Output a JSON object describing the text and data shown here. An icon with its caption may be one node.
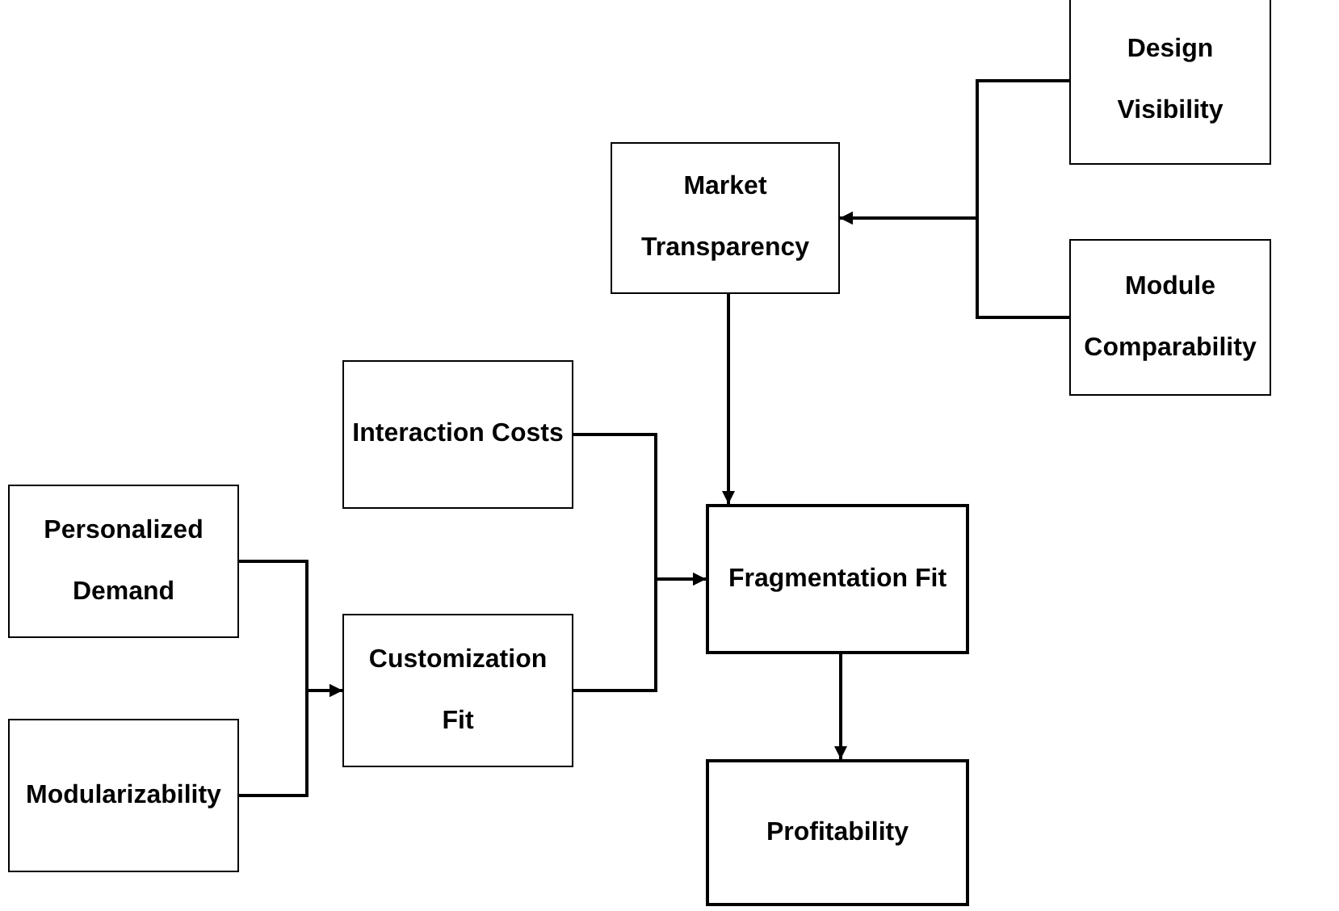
{
  "diagram": {
    "nodes": [
      {
        "text": [
          "Design Visibility"
        ]
      },
      {
        "text": [
          "Market Transparency"
        ]
      },
      {
        "text": [
          "Module Comparability"
        ]
      },
      {
        "text": [
          "Interaction Costs"
        ]
      },
      {
        "text": [
          "Personalized Demand"
        ]
      },
      {
        "text": [
          "Fragmentation Fit"
        ]
      },
      {
        "text": [
          "Customization Fit"
        ]
      },
      {
        "text": [
          "Modularizability"
        ]
      },
      {
        "text": [
          "Profitability"
        ]
      }
    ],
    "edges": [
      {
        "from": 0,
        "to": 1,
        "arrow": "to"
      },
      {
        "from": 2,
        "to": 1,
        "arrow": "to"
      },
      {
        "from": 1,
        "to": 5,
        "arrow": "to"
      },
      {
        "from": 3,
        "to": 5,
        "arrow": "to"
      },
      {
        "from": 6,
        "to": 5,
        "arrow": "to"
      },
      {
        "from": 5,
        "to": 8,
        "arrow": "to"
      },
      {
        "from": 4,
        "to": 6,
        "arrow": "to"
      },
      {
        "from": 7,
        "to": 6,
        "arrow": "to"
      }
    ]
  }
}
